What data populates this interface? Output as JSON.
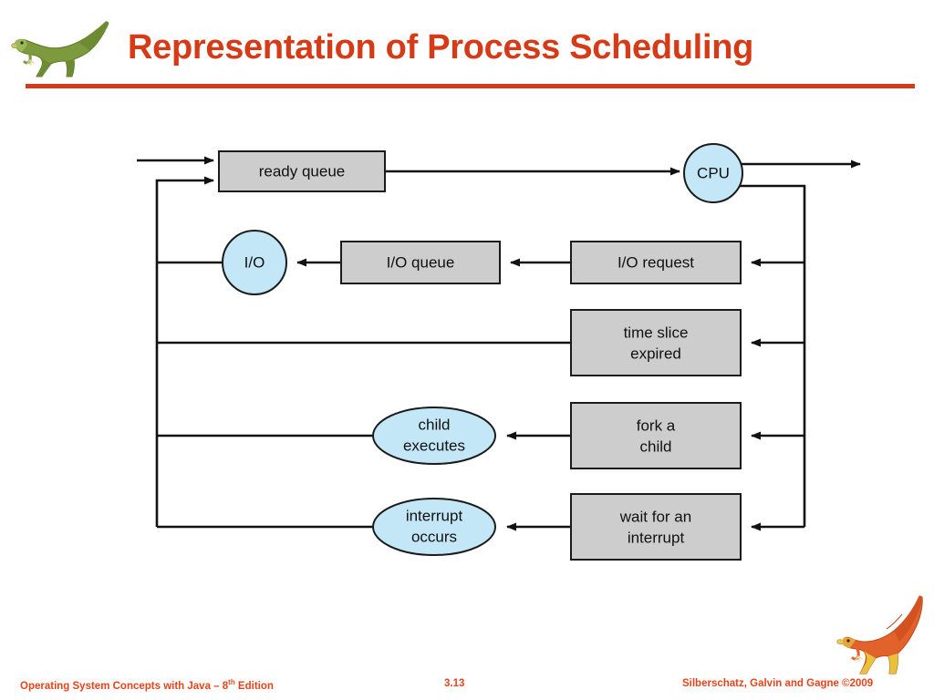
{
  "header": {
    "title": "Representation of Process Scheduling",
    "logo_icon": "green-dinosaur-icon",
    "rule_color": "#d63b17",
    "title_color": "#d63b17"
  },
  "diagram": {
    "type": "flowchart",
    "box_fill": "#cdcdcd",
    "round_fill": "#c3e7f7",
    "stroke": "#111111",
    "nodes": [
      {
        "id": "ready_queue",
        "label": "ready queue",
        "shape": "rect"
      },
      {
        "id": "cpu",
        "label": "CPU",
        "shape": "circle"
      },
      {
        "id": "io",
        "label": "I/O",
        "shape": "circle"
      },
      {
        "id": "io_queue",
        "label": "I/O queue",
        "shape": "rect"
      },
      {
        "id": "io_request",
        "label": "I/O request",
        "shape": "rect"
      },
      {
        "id": "time_slice",
        "label": "time slice\nexpired",
        "shape": "rect"
      },
      {
        "id": "child_exec",
        "label": "child\nexecutes",
        "shape": "ellipse"
      },
      {
        "id": "fork_child",
        "label": "fork a\nchild",
        "shape": "rect"
      },
      {
        "id": "interrupt",
        "label": "interrupt\noccurs",
        "shape": "ellipse"
      },
      {
        "id": "wait_int",
        "label": "wait for an\ninterrupt",
        "shape": "rect"
      }
    ],
    "labels": {
      "ready_queue": "ready queue",
      "cpu": "CPU",
      "io": "I/O",
      "io_queue": "I/O queue",
      "io_request": "I/O request",
      "time_slice_l1": "time slice",
      "time_slice_l2": "expired",
      "child_exec_l1": "child",
      "child_exec_l2": "executes",
      "fork_child_l1": "fork a",
      "fork_child_l2": "child",
      "interrupt_l1": "interrupt",
      "interrupt_l2": "occurs",
      "wait_int_l1": "wait for an",
      "wait_int_l2": "interrupt"
    },
    "edges": [
      {
        "from": "entry",
        "to": "ready_queue"
      },
      {
        "from": "ready_queue",
        "to": "cpu"
      },
      {
        "from": "cpu",
        "to": "exit"
      },
      {
        "from": "cpu",
        "to": "io_request"
      },
      {
        "from": "io_request",
        "to": "io_queue"
      },
      {
        "from": "io_queue",
        "to": "io"
      },
      {
        "from": "io",
        "to": "ready_queue"
      },
      {
        "from": "cpu",
        "to": "time_slice"
      },
      {
        "from": "time_slice",
        "to": "ready_queue"
      },
      {
        "from": "cpu",
        "to": "fork_child"
      },
      {
        "from": "fork_child",
        "to": "child_exec"
      },
      {
        "from": "child_exec",
        "to": "ready_queue"
      },
      {
        "from": "cpu",
        "to": "wait_int"
      },
      {
        "from": "wait_int",
        "to": "interrupt"
      },
      {
        "from": "interrupt",
        "to": "ready_queue"
      }
    ]
  },
  "footer": {
    "left_text_before": "Operating System Concepts with Java – 8",
    "left_superscript": "th",
    "left_text_after": " Edition",
    "slide_number": "3.13",
    "right_text": "Silberschatz, Galvin and Gagne ©2009",
    "logo_icon": "orange-dinosaur-icon",
    "color": "#e8431a"
  }
}
